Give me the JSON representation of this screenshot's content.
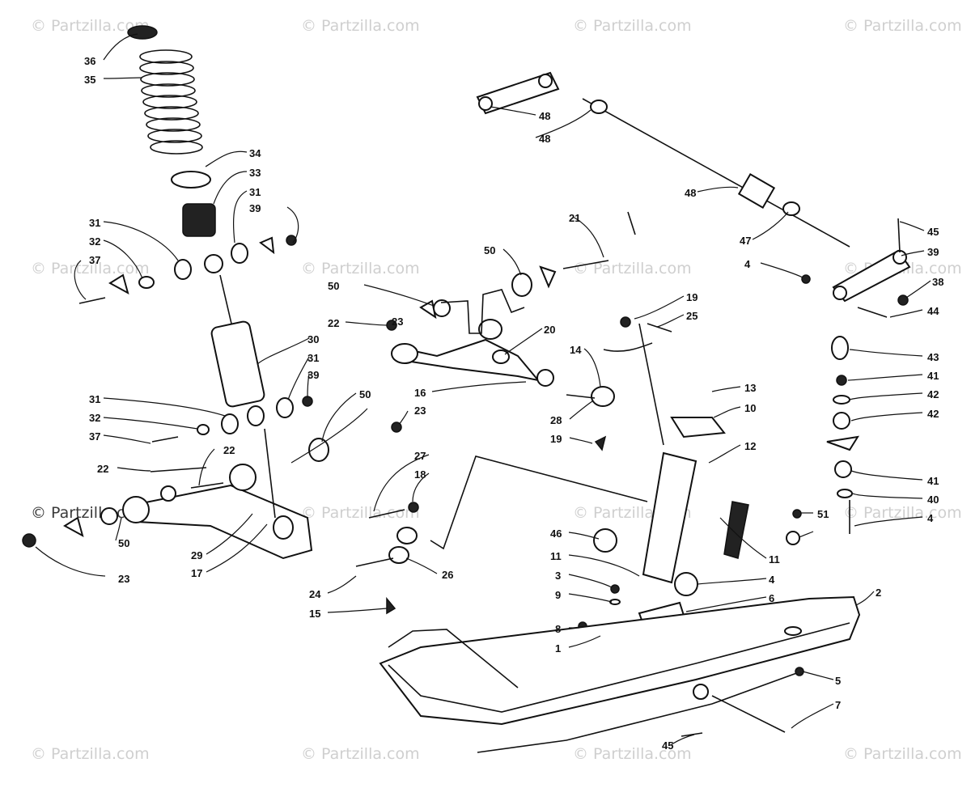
{
  "watermarks": [
    "© Partzilla.com",
    "© Partzilla.com",
    "© Partzilla.com",
    "© Partzilla.com",
    "© Partzilla.com",
    "© Partzilla.com",
    "© Partzilla.com",
    "© Partzilla.com",
    "© Partzilla.com",
    "© Partzilla.com",
    "© Partzilla.com",
    "© Partzilla.com",
    "© Partzilla.com",
    "© Partzilla.com",
    "© Partzilla.com",
    "© Partzilla.com"
  ],
  "callouts": [
    "36",
    "35",
    "34",
    "33",
    "31",
    "39",
    "31",
    "32",
    "37",
    "30",
    "31",
    "39",
    "31",
    "32",
    "37",
    "22",
    "22",
    "50",
    "29",
    "17",
    "23",
    "24",
    "26",
    "15",
    "50",
    "23",
    "23",
    "50",
    "22",
    "50",
    "21",
    "20",
    "16",
    "14",
    "28",
    "19",
    "27",
    "18",
    "19",
    "25",
    "13",
    "10",
    "12",
    "11",
    "46",
    "11",
    "4",
    "3",
    "9",
    "6",
    "8",
    "1",
    "2",
    "5",
    "7",
    "45",
    "48",
    "48",
    "48",
    "47",
    "45",
    "39",
    "4",
    "38",
    "44",
    "43",
    "41",
    "42",
    "42",
    "41",
    "40",
    "4",
    "51"
  ]
}
